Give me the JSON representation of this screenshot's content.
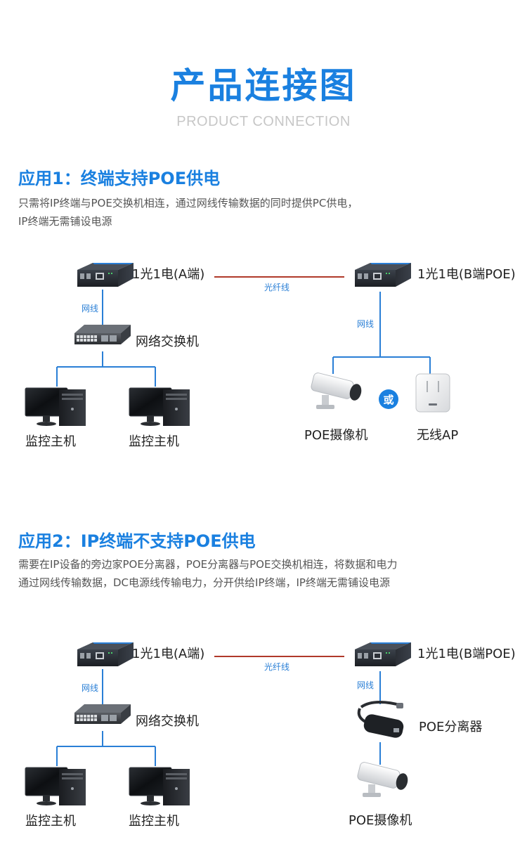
{
  "header": {
    "title": "产品连接图",
    "subtitle": "PRODUCT CONNECTION"
  },
  "sections": [
    {
      "title": "应用1：终端支持POE供电",
      "desc": [
        "只需将IP终端与POE交换机相连，通过网线传输数据的同时提供PC供电，",
        "IP终端无需铺设电源"
      ],
      "labels": {
        "converter_a": "1光1电(A端)",
        "converter_b": "1光1电(B端POE)",
        "fiber": "光纤线",
        "cable_left": "网线",
        "cable_right": "网线",
        "switch": "网络交换机",
        "host1": "监控主机",
        "host2": "监控主机",
        "camera": "POE摄像机",
        "or": "或",
        "ap": "无线AP"
      }
    },
    {
      "title": "应用2：IP终端不支持POE供电",
      "desc": [
        "需要在IP设备的旁边家POE分离器，POE分离器与POE交换机相连，将数据和电力",
        "通过网线传输数据，DC电源线传输电力，分开供给IP终端，IP终端无需铺设电源"
      ],
      "labels": {
        "converter_a": "1光1电(A端)",
        "converter_b": "1光1电(B端POE)",
        "fiber": "光纤线",
        "cable_left": "网线",
        "cable_right": "网线",
        "switch": "网络交换机",
        "host1": "监控主机",
        "host2": "监控主机",
        "splitter": "POE分离器",
        "camera": "POE摄像机"
      }
    }
  ],
  "colors": {
    "accent": "#1a80e0",
    "fiber_line": "#b0392a",
    "cable_line": "#2a7fd6"
  }
}
